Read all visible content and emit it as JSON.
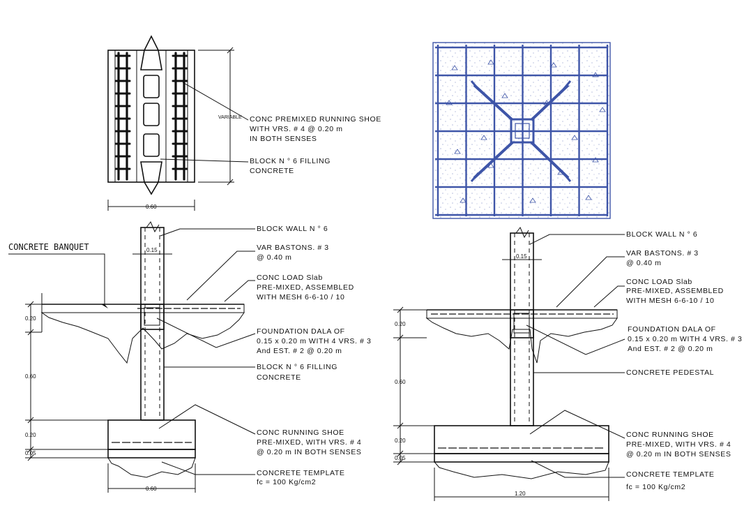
{
  "colors": {
    "ink": "#111111",
    "mesh": "#3e55a8",
    "background": "#ffffff"
  },
  "top_left": {
    "variable_label": "VARIABLE",
    "width_dim": "0.60",
    "callout_running_shoe": [
      "CONC PREMIXED RUNNING SHOE",
      "WITH VRS. # 4 @ 0.20 m",
      "IN BOTH SENSES"
    ],
    "callout_block_filling": [
      "BLOCK N ° 6 FILLING",
      "CONCRETE"
    ]
  },
  "left_section": {
    "concrete_banquet": "CONCRETE BANQUET",
    "wall_dim": "0.15",
    "dims_vertical": [
      "0.20",
      "0.60",
      "0.20",
      "0.05"
    ],
    "footing_width_dim": "0.60",
    "callout_block_wall": "BLOCK WALL N ° 6",
    "callout_var_bastons": [
      "VAR BASTONS. # 3",
      "@ 0.40 m"
    ],
    "callout_load_slab": [
      "CONC LOAD Slab",
      "PRE-MIXED, ASSEMBLED",
      "WITH MESH 6-6-10 / 10"
    ],
    "callout_dala": [
      "FOUNDATION DALA OF",
      "0.15 x 0.20 m WITH 4 VRS. # 3",
      "And EST. # 2 @ 0.20 m"
    ],
    "callout_block_filling": [
      "BLOCK N ° 6 FILLING",
      "CONCRETE"
    ],
    "callout_running_shoe": [
      "CONC RUNNING SHOE",
      "PRE-MIXED, WITH VRS. # 4",
      "@ 0.20 m IN BOTH SENSES"
    ],
    "callout_template": [
      "CONCRETE TEMPLATE",
      "fc = 100 Kg/cm2"
    ]
  },
  "right_section": {
    "wall_dim": "0.15",
    "dims_vertical": [
      "0.20",
      "0.60",
      "0.20",
      "0.05"
    ],
    "footing_width_dim": "1.20",
    "callout_block_wall": "BLOCK WALL N ° 6",
    "callout_var_bastons": [
      "VAR BASTONS. # 3",
      "@ 0.40 m"
    ],
    "callout_load_slab": [
      "CONC LOAD Slab",
      "PRE-MIXED, ASSEMBLED",
      "WITH MESH 6-6-10 / 10"
    ],
    "callout_dala": [
      "FOUNDATION DALA OF",
      "0.15 x 0.20 m WITH 4 VRS. # 3",
      "And EST. # 2 @ 0.20 m"
    ],
    "callout_pedestal": "CONCRETE PEDESTAL",
    "callout_running_shoe": [
      "CONC RUNNING SHOE",
      "PRE-MIXED, WITH VRS. # 4",
      "@ 0.20 m IN BOTH SENSES"
    ],
    "callout_template": [
      "CONCRETE TEMPLATE",
      "fc = 100 Kg/cm2"
    ]
  }
}
